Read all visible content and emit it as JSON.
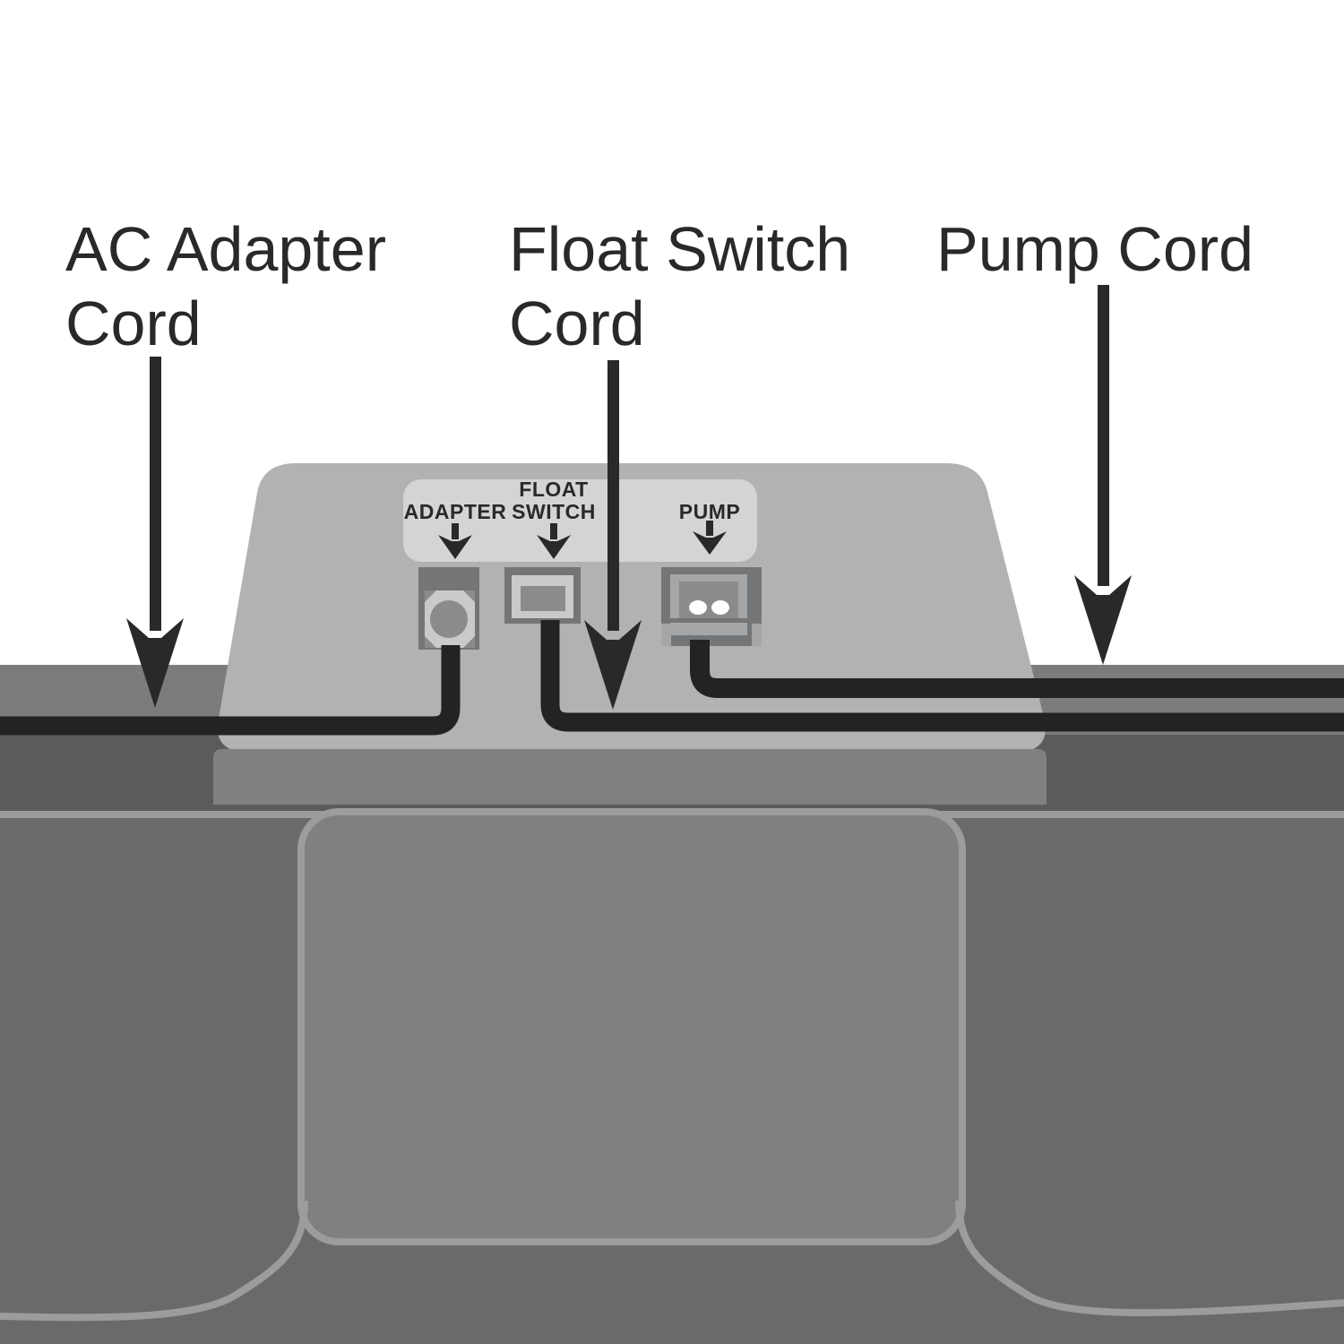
{
  "diagram": {
    "description": "Sump pump battery backup controller wiring diagram showing three cords plugged into a control unit on a basin ledge",
    "callout_labels": {
      "ac_adapter": "AC Adapter\nCord",
      "float_switch": "Float Switch\nCord",
      "pump": "Pump Cord"
    },
    "port_labels": {
      "adapter": "ADAPTER",
      "float_switch": "FLOAT\nSWITCH",
      "pump": "PUMP"
    },
    "colors": {
      "ink": "#29292b",
      "cord": "#232325",
      "device": "#b1b2b4",
      "plate": "#d3d4d6",
      "band_top": "#7b7c7e",
      "band_dark": "#5a5b5d",
      "band_strip": "#7f8082",
      "lid": "#696a6c",
      "panel": "#7f8082",
      "seam": "#9b9c9e",
      "port_dark": "#737577",
      "port_light": "#c9cacc",
      "port_mid": "#8a8b8d",
      "pump_frame": "#a5a6a8",
      "dot": "#ffffff"
    }
  }
}
